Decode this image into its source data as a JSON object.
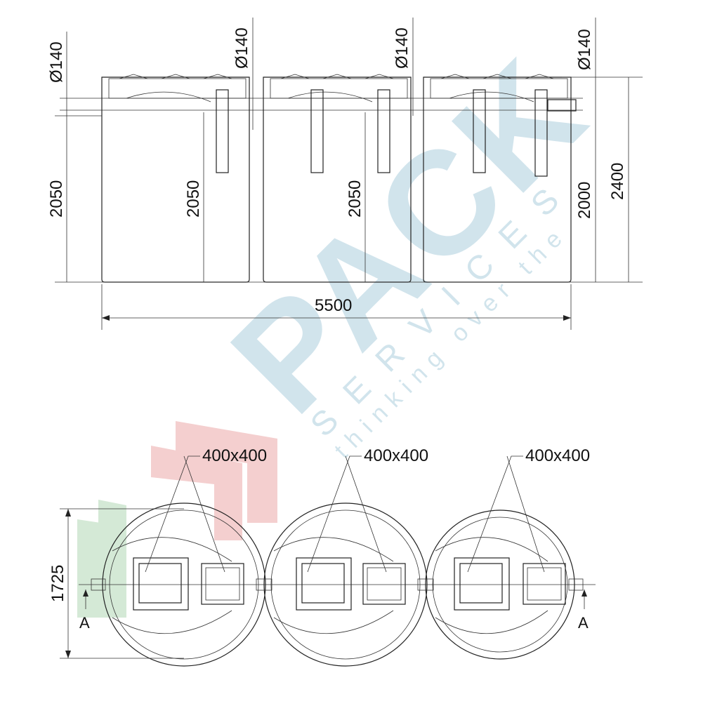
{
  "elevation": {
    "pipe_labels": [
      "Ø140",
      "Ø140",
      "Ø140",
      "Ø140"
    ],
    "left_height": "2050",
    "tank_heights": [
      "2050",
      "2050",
      "2000"
    ],
    "overall_height": "2400",
    "overall_length": "5500"
  },
  "plan": {
    "cover_labels": [
      "400x400",
      "400x400",
      "400x400"
    ],
    "width": "1725",
    "section_marks": [
      "A",
      "A"
    ]
  },
  "watermark": {
    "brand": "PACK",
    "tagline": "S E R V I C E S",
    "slogan": "thinking over the"
  },
  "colors": {
    "line": "#222222",
    "watermark_blue": "#c9dfe9",
    "watermark_red": "#f3c7c7",
    "watermark_green": "#cde6cf"
  }
}
